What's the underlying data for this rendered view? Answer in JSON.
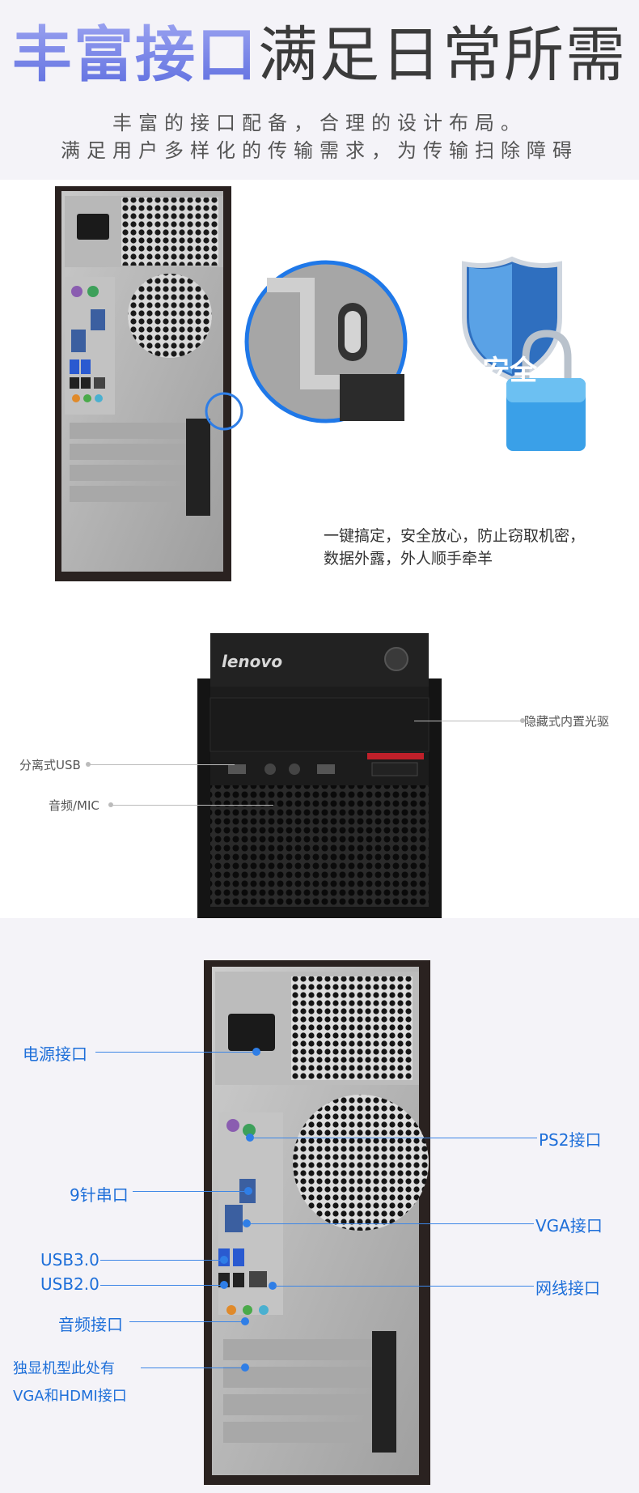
{
  "header": {
    "title_highlight": "丰富接口",
    "title_rest": "满足日常所需",
    "subtitle_line1": "丰富的接口配备，合理的设计布局。",
    "subtitle_line2": "满足用户多样化的传输需求，为传输扫除障碍"
  },
  "security": {
    "badge_text": "安全",
    "description_line1": "一键搞定，安全放心，防止窃取机密，",
    "description_line2": "数据外露，外人顺手牵羊"
  },
  "front_panel": {
    "brand": "lenovo",
    "optical_label": "隐藏式内置光驱",
    "usb_label": "分离式USB",
    "audio_label": "音频/MIC"
  },
  "rear_panel": {
    "power_label": "电源接口",
    "ps2_label": "PS2接口",
    "serial_label": "9针串口",
    "vga_label": "VGA接口",
    "usb3_label": "USB3.0",
    "usb2_label": "USB2.0",
    "lan_label": "网线接口",
    "audio_label": "音频接口",
    "gpu_label_line1": "独显机型此处有",
    "gpu_label_line2": "VGA和HDMI接口"
  },
  "colors": {
    "accent": "#1e6fd9",
    "title_highlight": "#7e8ae6",
    "header_bg": "#f4f3f8"
  }
}
